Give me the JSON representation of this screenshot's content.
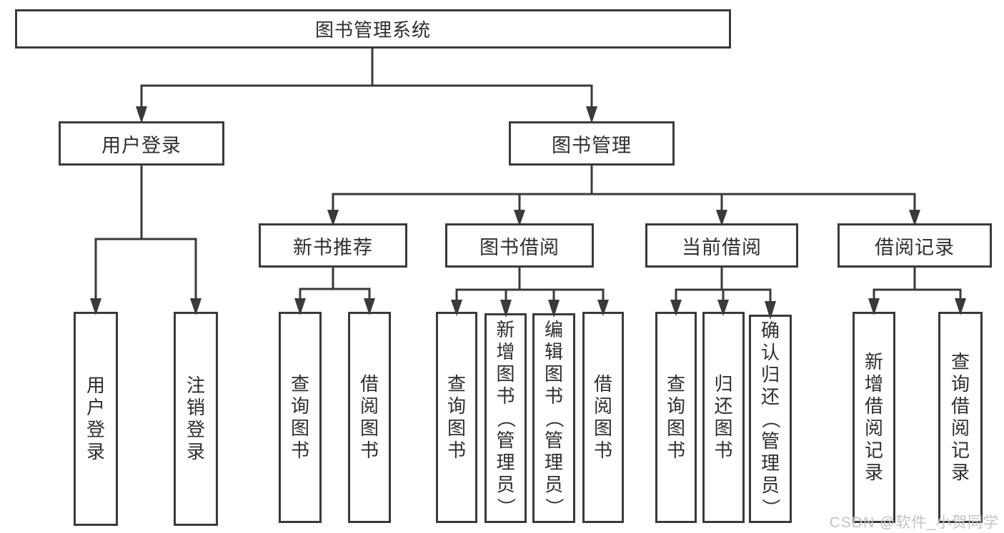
{
  "diagram_type": "hierarchy-tree",
  "colors": {
    "line": "#3a3a3a",
    "box_border": "#3a3a3a",
    "text": "#2e2e2e",
    "background": "#ffffff",
    "watermark": "#c3c3c3"
  },
  "watermark": "CSDN @软件_小贺同学",
  "tree": {
    "label": "图书管理系统",
    "children": [
      {
        "label": "用户登录",
        "children": [
          {
            "label": "用户登录"
          },
          {
            "label": "注销登录"
          }
        ]
      },
      {
        "label": "图书管理",
        "children": [
          {
            "label": "新书推荐",
            "children": [
              {
                "label": "查询图书"
              },
              {
                "label": "借阅图书"
              }
            ]
          },
          {
            "label": "图书借阅",
            "children": [
              {
                "label": "查询图书"
              },
              {
                "label": "新增图书（管理员）"
              },
              {
                "label": "编辑图书（管理员）"
              },
              {
                "label": "借阅图书"
              }
            ]
          },
          {
            "label": "当前借阅",
            "children": [
              {
                "label": "查询图书"
              },
              {
                "label": "归还图书"
              },
              {
                "label": "确认归还（管理员）"
              }
            ]
          },
          {
            "label": "借阅记录",
            "children": [
              {
                "label": "新增借阅记录"
              },
              {
                "label": "查询借阅记录"
              }
            ]
          }
        ]
      }
    ]
  }
}
